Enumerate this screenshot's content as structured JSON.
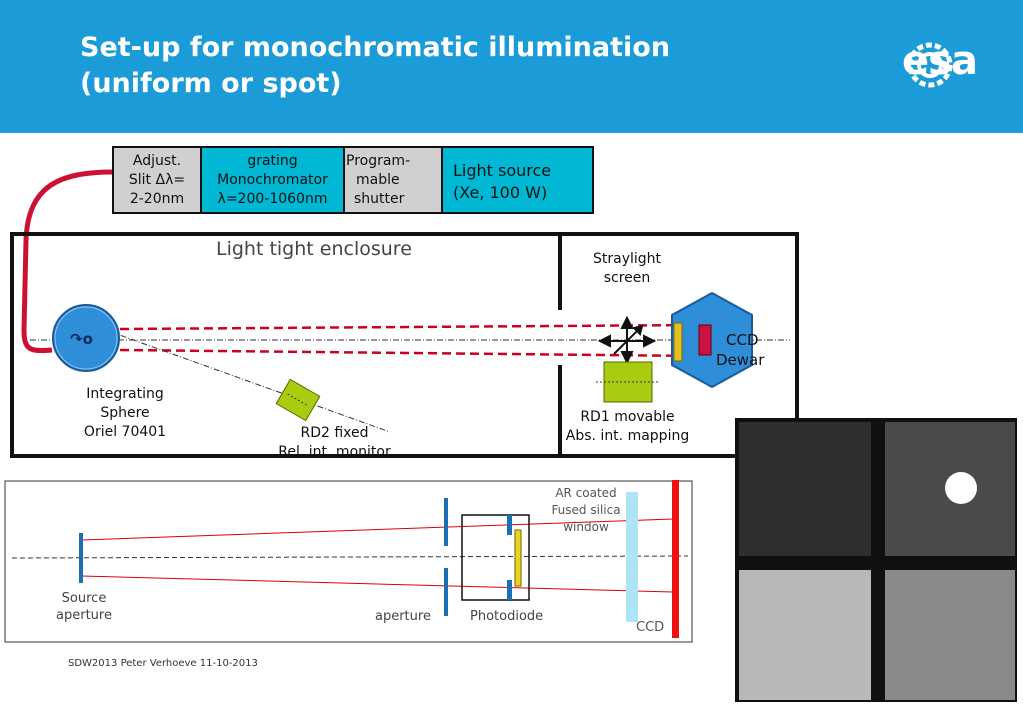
{
  "header": {
    "title_line1": "Set-up for monochromatic illumination",
    "title_line2": "(uniform or spot)",
    "logo_text": "esa",
    "background": "#1b9bd7"
  },
  "top_chain": {
    "slit": [
      "Adjust.",
      "Slit Δλ=",
      "2-20nm"
    ],
    "monochromator": [
      "grating",
      "Monochromator",
      "λ=200-1060nm"
    ],
    "shutter": [
      "Program-",
      "mable",
      "shutter"
    ],
    "light_source": [
      "Light source",
      "(Xe, 100 W)"
    ]
  },
  "enclosure": {
    "label": "Light tight enclosure",
    "straylight": [
      "Straylight",
      "screen"
    ],
    "ccd": [
      "CCD",
      "Dewar"
    ],
    "sphere": [
      "Integrating",
      "Sphere",
      "Oriel 70401"
    ],
    "rd2": [
      "RD2 fixed",
      "Rel. int. monitor"
    ],
    "rd1": [
      "RD1 movable",
      "Abs. int. mapping"
    ]
  },
  "lower_diagram": {
    "source_aperture": [
      "Source",
      "aperture"
    ],
    "aperture": "aperture",
    "photodiode": "Photodiode",
    "window": [
      "AR coated",
      "Fused silica",
      "window"
    ],
    "ccd": "CCD"
  },
  "footer": "SDW2013 Peter Verhoeve 11-10-2013",
  "colors": {
    "cyan": "#00b8d4",
    "grey": "#d0d0d0",
    "fiber": "#cc1133",
    "beam": "#cc0022",
    "sphere": "#2f8ed8",
    "detector": "#a8cc10",
    "ccd_bar": "#ee1111",
    "window": "#aee4f5"
  }
}
